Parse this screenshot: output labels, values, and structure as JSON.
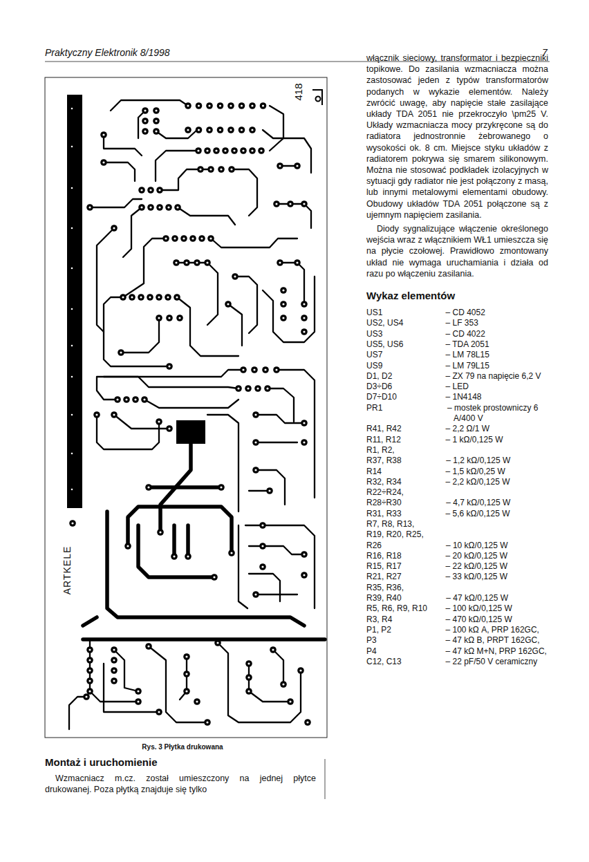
{
  "diagram": {
    "caption": "Rys. 3 Płytka drukowana",
    "labels": [
      "Praktyczny Elektronik 8/1998",
      "7",
      "418",
      "ARTKELE",
      "Montaż i uruchomienie",
      "Wzmacniacz m.cz. został umieszczony na jednej płytce drukowanej. Poza płytką znajduje się tylko",
      "włącznik sieciowy, transformator i bezpieczniki topikowe. Do zasilania wzmacniacza można zastosować jeden z typów transformatorów podanych w wykazie elementów. Należy zwrócić uwagę, aby napięcie stałe zasilające układy TDA 2051 nie przekroczyło \\pm25 V. Układy wzmacniacza mocy przykręcone są do radiatora jednostronnie żebrowanego o wysokości ok. 8 cm. Miejsce styku układów z radiatorem pokrywa się smarem silikonowym. Można nie stosować podkładek izolacyjnych w sytuacji gdy radiator nie jest połączony z masą, lub innymi metalowymi elementami obudowy. Obudowy układów TDA 2051 połączone są z ujemnym napięciem zasilania.",
      "Diody sygnalizujące włączenie określonego wejścia wraz z włącznikiem WŁ1 umieszcza się na płycie czołowej. Prawidłowo zmontowany układ nie wymaga uruchamiania i działa od razu po włączeniu zasilania.",
      "Wykaz elementów",
      "US1",
      "– CD 4052",
      "US2, US4",
      "– LF 353",
      "US3",
      "– CD 4022",
      "US5, US6",
      "– TDA 2051",
      "US7",
      "– LM 78L15",
      "US9",
      "– LM 79L15",
      "D1, D2",
      "– ZX 79 na napięcie 6,2 V",
      "D3÷D6",
      "– LED",
      "D7÷D10",
      "– 1N4148",
      "PR1",
      "– mostek prostowniczy 6 A/400 V",
      "R41, R42",
      "– 2,2 Ω/1 W",
      "R11, R12",
      "– 1 kΩ/0,125 W",
      "R1, R2, R37, R38",
      "– 1,2 kΩ/0,125 W",
      "R14",
      "– 1,5 kΩ/0,25 W",
      "R32, R34",
      "– 2,2 kΩ/0,125 W",
      "R22÷R24, R28÷R30",
      "– 4,7 kΩ/0,125 W",
      "R31, R33",
      "– 5,6 kΩ/0,125 W",
      "R7, R8, R13, R19, R20, R25, R26",
      "– 10 kΩ/0,125 W",
      "R16, R18",
      "– 20 kΩ/0,125 W",
      "R15, R17",
      "– 22 kΩ/0,125 W",
      "R21, R27",
      "– 33 kΩ/0,125 W",
      "R35, R36, R39, R40",
      "– 47 kΩ/0,125 W",
      "R5, R6, R9, R10",
      "– 100 kΩ/0,125 W",
      "R3, R4",
      "– 470 kΩ/0,125 W",
      "P1, P2",
      "– 100 kΩ A, PRP 162GC,",
      "P3",
      "– 47 kΩ B, PRPT 162GC,",
      "P4",
      "– 47 kΩ M+N, PRP 162GC,",
      "C12, C13",
      "– 22 pF/50 V ceramiczny"
    ]
  }
}
